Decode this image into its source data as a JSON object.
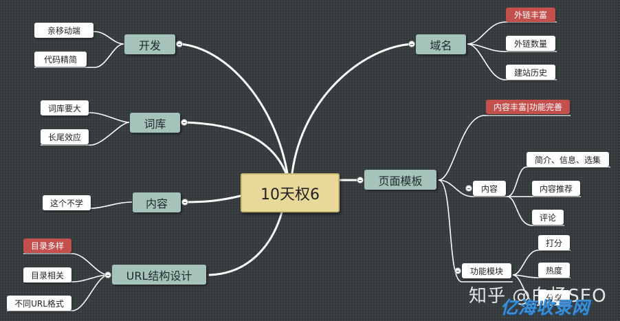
{
  "root": {
    "label": "10天权6"
  },
  "branches": {
    "kaifa": {
      "label": "开发",
      "children": [
        "亲移动端",
        "代码精简"
      ]
    },
    "ciku": {
      "label": "词库",
      "children": [
        "词库要大",
        "长尾效应"
      ]
    },
    "neirong": {
      "label": "内容",
      "children": [
        "这个不学"
      ]
    },
    "url": {
      "label": "URL结构设计",
      "children": [
        "目录多样",
        "目录相关",
        "不同URL格式"
      ]
    },
    "yuming": {
      "label": "域名",
      "children": [
        "外链丰富",
        "外链数量",
        "建站历史"
      ]
    },
    "yemian": {
      "label": "页面模板",
      "highlight": "内容丰富|功能完善",
      "sub": {
        "content": {
          "label": "内容",
          "children": [
            "简介、信息、选集",
            "内容推荐",
            "评论"
          ]
        },
        "function": {
          "label": "功能模块",
          "children": [
            "打分",
            "热度",
            "分享"
          ]
        }
      }
    }
  },
  "watermark": {
    "text": "知乎 @白杨SEO",
    "overlay": "亿海收录网"
  },
  "colors": {
    "root": "#e8d99a",
    "main": "#a6c3bb",
    "highlight": "#c4504e",
    "background": "#353b3d",
    "lines": "#ffffff"
  }
}
